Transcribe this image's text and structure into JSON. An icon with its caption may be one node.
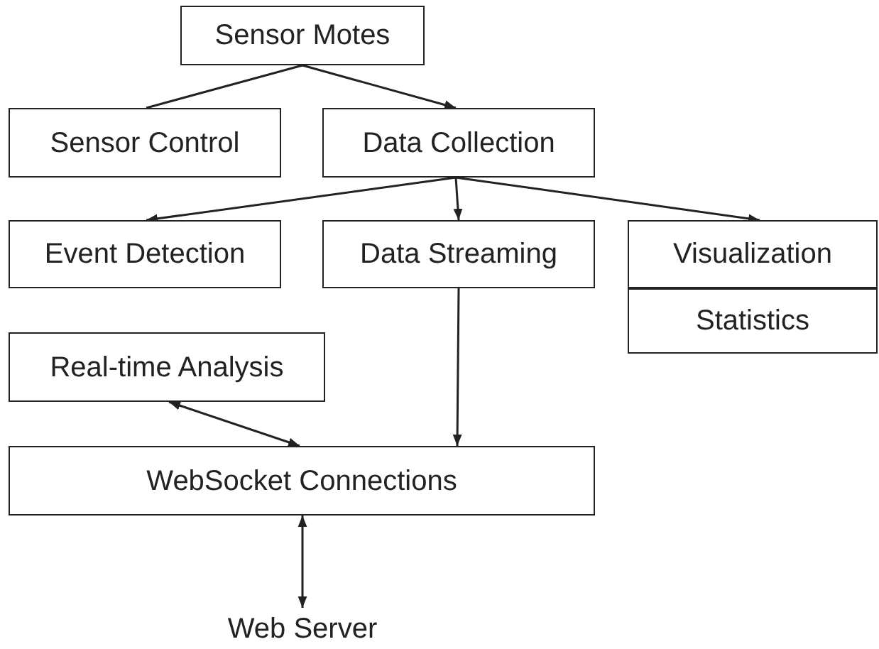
{
  "diagram": {
    "nodes": [
      {
        "text": [
          "Sensor Motes"
        ]
      },
      {
        "text": [
          "Sensor Control"
        ]
      },
      {
        "text": [
          "Data Collection"
        ]
      },
      {
        "text": [
          "Event Detection"
        ]
      },
      {
        "text": [
          "Data Streaming"
        ]
      },
      {
        "text": [
          "Visualization"
        ]
      },
      {
        "text": [
          "Statistics"
        ]
      },
      {
        "text": [
          "Real-time Analysis"
        ]
      },
      {
        "text": [
          "WebSocket Connections"
        ]
      },
      {
        "text": [
          "Web Server"
        ]
      }
    ],
    "edges": [
      {
        "from": 0,
        "to": 1,
        "arrow": "none"
      },
      {
        "from": 0,
        "to": 2,
        "arrow": "to"
      },
      {
        "from": 2,
        "to": 3,
        "arrow": "to"
      },
      {
        "from": 2,
        "to": 4,
        "arrow": "to"
      },
      {
        "from": 2,
        "to": 5,
        "arrow": "to"
      },
      {
        "from": 4,
        "to": 8,
        "arrow": "to"
      },
      {
        "from": 7,
        "to": 8,
        "arrow": "both"
      },
      {
        "from": 8,
        "to": 9,
        "arrow": "both"
      }
    ]
  }
}
